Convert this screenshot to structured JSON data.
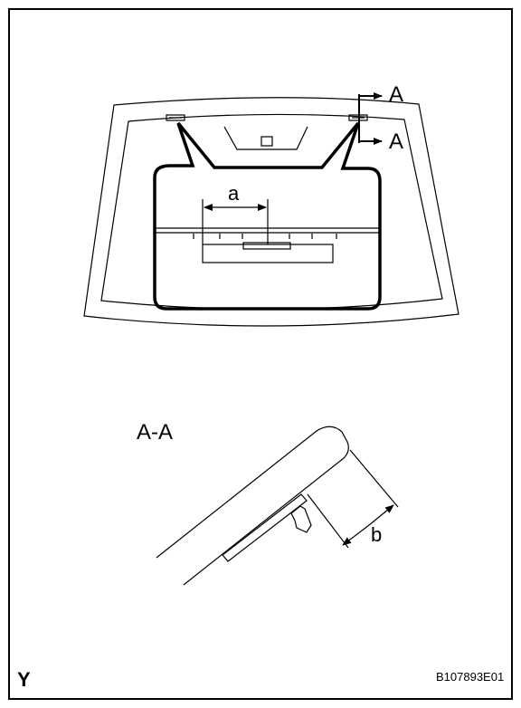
{
  "labels": {
    "section_arrow_top": "A",
    "section_arrow_bottom": "A",
    "dimension_a": "a",
    "section_title": "A-A",
    "dimension_b": "b",
    "corner_mark": "Y",
    "figure_code": "B107893E01"
  }
}
